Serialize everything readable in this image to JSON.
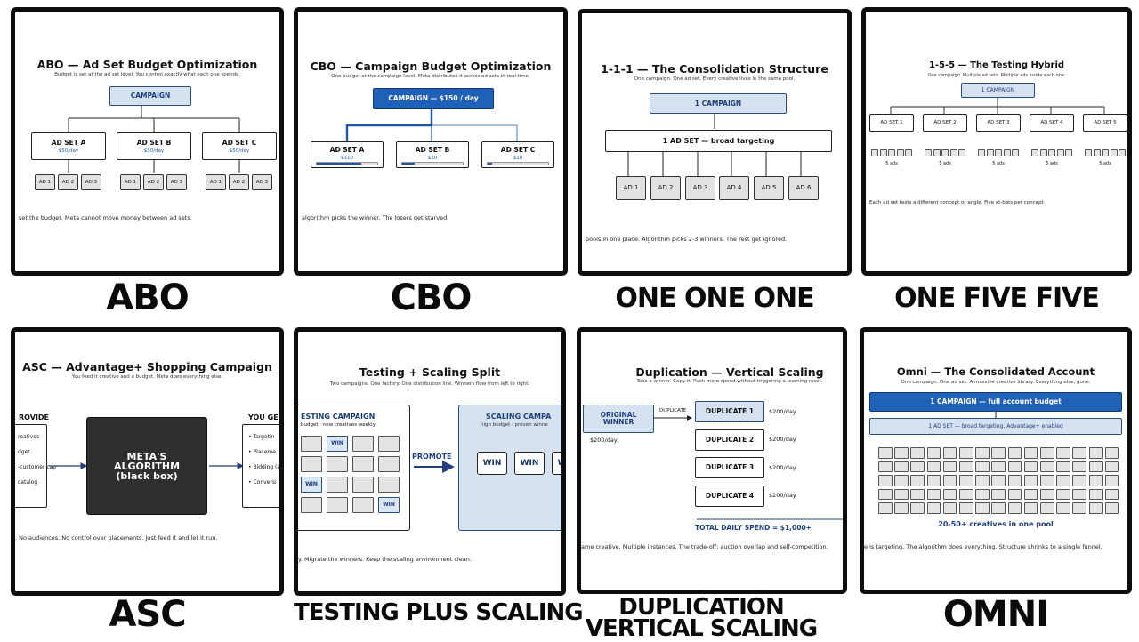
{
  "panels": {
    "abo": {
      "caption": "ABO",
      "title": "ABO  —  Ad Set Budget Optimization",
      "subtitle": "Budget is set at the ad set level. You control exactly what each one spends.",
      "campaign": "CAMPAIGN",
      "adsets": [
        {
          "label": "AD SET A",
          "budget": "$50/day"
        },
        {
          "label": "AD SET B",
          "budget": "$50/day"
        },
        {
          "label": "AD SET C",
          "budget": "$50/day"
        }
      ],
      "ads": [
        "AD 1",
        "AD 2",
        "AD 3"
      ],
      "footer": "set the budget. Meta cannot move money between ad sets."
    },
    "cbo": {
      "caption": "CBO",
      "title": "CBO  —  Campaign Budget Optimization",
      "subtitle": "One budget at the campaign level. Meta distributes it across ad sets in real time.",
      "campaign": "CAMPAIGN  —  $150 / day",
      "adsets": [
        {
          "label": "AD SET A",
          "spend": "$110",
          "fill": 0.73
        },
        {
          "label": "AD SET B",
          "spend": "$30",
          "fill": 0.2
        },
        {
          "label": "AD SET C",
          "spend": "$10",
          "fill": 0.07
        }
      ],
      "footer": "algorithm picks the winner. The losers get starved."
    },
    "one11": {
      "caption": "ONE ONE ONE",
      "title": "1-1-1  —  The Consolidation Structure",
      "subtitle": "One campaign. One ad set. Every creative lives in the same pool.",
      "campaign": "1 CAMPAIGN",
      "adset": "1 AD SET  —  broad targeting",
      "ads": [
        "AD 1",
        "AD 2",
        "AD 3",
        "AD 4",
        "AD 5",
        "AD 6"
      ],
      "footer": "pools in one place. Algorithm picks 2-3 winners. The rest get ignored."
    },
    "one55": {
      "caption": "ONE FIVE FIVE",
      "title": "1-5-5  —  The Testing Hybrid",
      "subtitle": "One campaign. Multiple ad sets. Multiple ads inside each one.",
      "campaign": "1 CAMPAIGN",
      "adsets": [
        "AD SET 1",
        "AD SET 2",
        "AD SET 3",
        "AD SET 4",
        "AD SET 5"
      ],
      "ads_label": "5 ads",
      "footer": "Each ad set tests a different concept or angle. Five at-bats per concept."
    },
    "asc": {
      "caption": "ASC",
      "title": "ASC  —  Advantage+ Shopping Campaign",
      "subtitle": "You feed it creative and a budget. Meta does everything else.",
      "left_header": "ROVIDE",
      "left_items": [
        "reatives",
        "dget",
        "-customer cap",
        "catalog"
      ],
      "algo_line1": "META'S",
      "algo_line2": "ALGORITHM",
      "algo_line3": "(black box)",
      "right_header": "YOU GE",
      "right_items": [
        "Targetin",
        "Placeme",
        "Bidding (a",
        "Conversi"
      ],
      "footer": ". No audiences. No control over placements. Just feed it and let it run."
    },
    "tps": {
      "caption": "TESTING PLUS SCALING",
      "title": "Testing + Scaling Split",
      "subtitle": "Two campaigns. One factory. One distribution line. Winners flow from left to right.",
      "testing_title": "ESTING CAMPAIGN",
      "testing_sub": "budget  ·  new creatives weekly",
      "win": "WIN",
      "promote": "PROMOTE",
      "scaling_title": "SCALING CAMPA",
      "scaling_sub": "high budget  ·  proven winne",
      "footer": "y. Migrate the winners. Keep the scaling environment clean."
    },
    "dup": {
      "caption_line1": "DUPLICATION",
      "caption_line2": "VERTICAL SCALING",
      "title": "Duplication  —  Vertical Scaling",
      "subtitle": "Take a winner. Copy it. Push more spend without triggering a learning reset.",
      "original": "ORIGINAL WINNER",
      "original_budget": "$200/day",
      "duplicate_label": "DUPLICATE",
      "duplicates": [
        {
          "label": "DUPLICATE 1",
          "budget": "$200/day"
        },
        {
          "label": "DUPLICATE 2",
          "budget": "$200/day"
        },
        {
          "label": "DUPLICATE 3",
          "budget": "$200/day"
        },
        {
          "label": "DUPLICATE 4",
          "budget": "$200/day"
        }
      ],
      "total": "TOTAL DAILY SPEND  =  $1,000+",
      "footer": "ame creative. Multiple instances. The trade-off: auction overlap and self-competition."
    },
    "omni": {
      "caption": "OMNI",
      "title": "Omni  —  The Consolidated Account",
      "subtitle": "One campaign. One ad set. A massive creative library. Everything else, gone.",
      "campaign": "1 CAMPAIGN  —  full account budget",
      "adset": "1 AD SET  —  broad targeting, Advantage+ enabled",
      "pool_label": "20-50+ creatives in one pool",
      "footer": "e is targeting. The algorithm does everything. Structure shrinks to a single funnel."
    }
  }
}
